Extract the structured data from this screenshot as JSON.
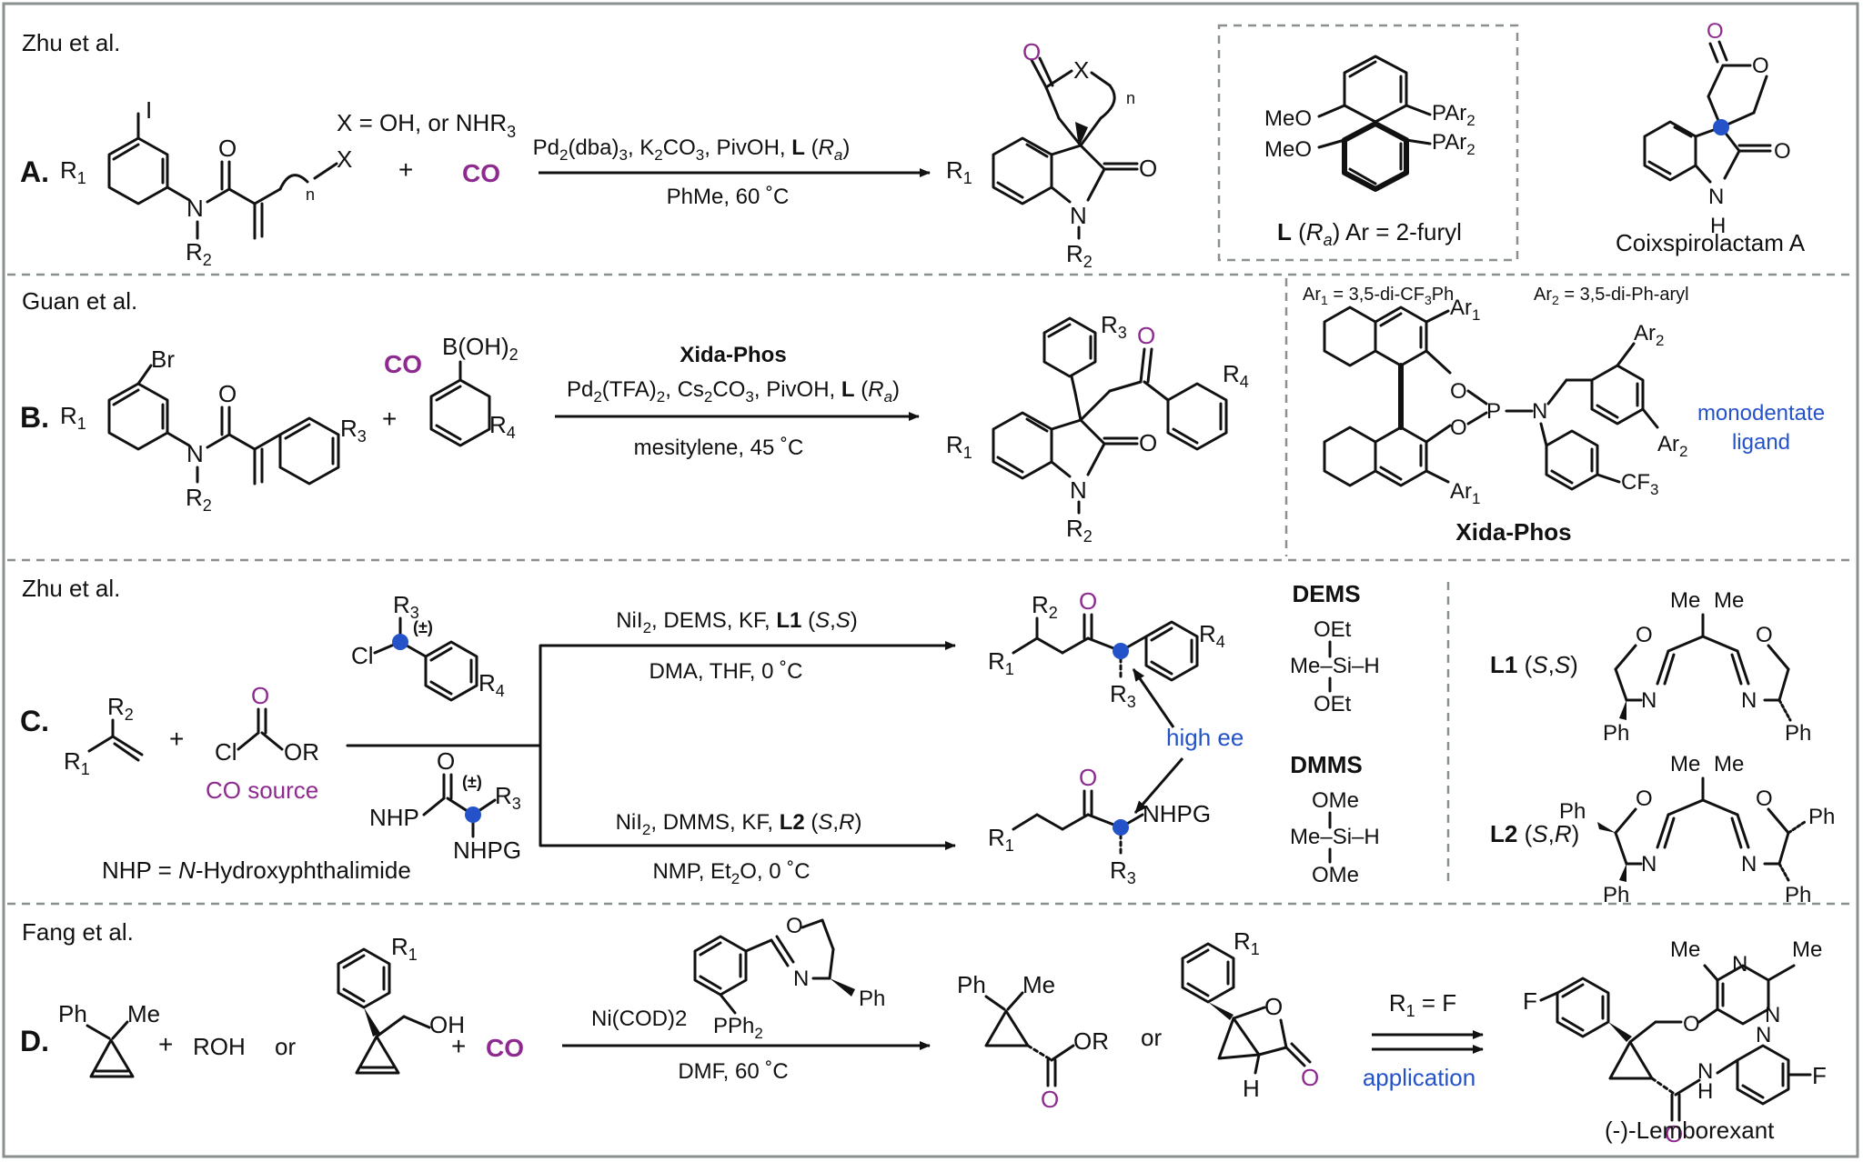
{
  "colors": {
    "carbonyl": "#8e2a8f",
    "highlight": "#2452c9",
    "border": "#8a8f8f",
    "ink": "#111111"
  },
  "a": {
    "author": "Zhu et al.",
    "label": "A.",
    "x_def": "X = OH, or NHR",
    "x_def_sub": "3",
    "plus": "+",
    "co": "CO",
    "cond_top": "Pd2(dba)3, K2CO3, PivOH, L (Ra)",
    "cond_bottom": "PhMe, 60 ˚C",
    "ligand_caption": "L (Ra)  Ar = 2-furyl",
    "ligand_groups": [
      "MeO",
      "MeO",
      "PAr2",
      "PAr2"
    ],
    "natural_product": "Coixspirolactam A"
  },
  "b": {
    "author": "Guan et al.",
    "label": "B.",
    "plus": "+",
    "co": "CO",
    "boronic": "B(OH)2",
    "cond_title": "Xida-Phos",
    "cond_top": "Pd2(TFA)2, Cs2CO3, PivOH, L (Ra)",
    "cond_bottom": "mesitylene, 45 ˚C",
    "ar1_def": "Ar1 = 3,5-di-CF3Ph",
    "ar2_def": "Ar2 = 3,5-di-Ph-aryl",
    "ligand_name": "Xida-Phos",
    "ligand_note": [
      "monodentate",
      "ligand"
    ],
    "ligand_groups": [
      "Ar1",
      "Ar1",
      "Ar2",
      "Ar2",
      "CF3"
    ]
  },
  "c": {
    "author": "Zhu et al.",
    "label": "C.",
    "plus": "+",
    "co_source": "CO source",
    "nhp_def": "NHP = N-Hydroxyphthalimide",
    "cond1_top": "NiI2, DEMS, KF, L1 (S,S)",
    "cond1_bottom": "DMA, THF, 0 ˚C",
    "cond2_top": "NiI2, DMMS, KF, L2 (S,R)",
    "cond2_bottom": "NMP, Et2O, 0 ˚C",
    "high_ee": "high ee",
    "dems": "DEMS",
    "dmms": "DMMS",
    "l1": "L1 (S,S)",
    "l2": "L2 (S,R)"
  },
  "d": {
    "author": "Fang et al.",
    "label": "D.",
    "plus": "+",
    "roh": "ROH",
    "or": "or",
    "co": "CO",
    "cond_top": "Ni(COD)2",
    "cond_bottom": "DMF, 60 ˚C",
    "r1_f": "R1 = F",
    "application": "application",
    "product_name": "(-)-Lemborexant"
  }
}
